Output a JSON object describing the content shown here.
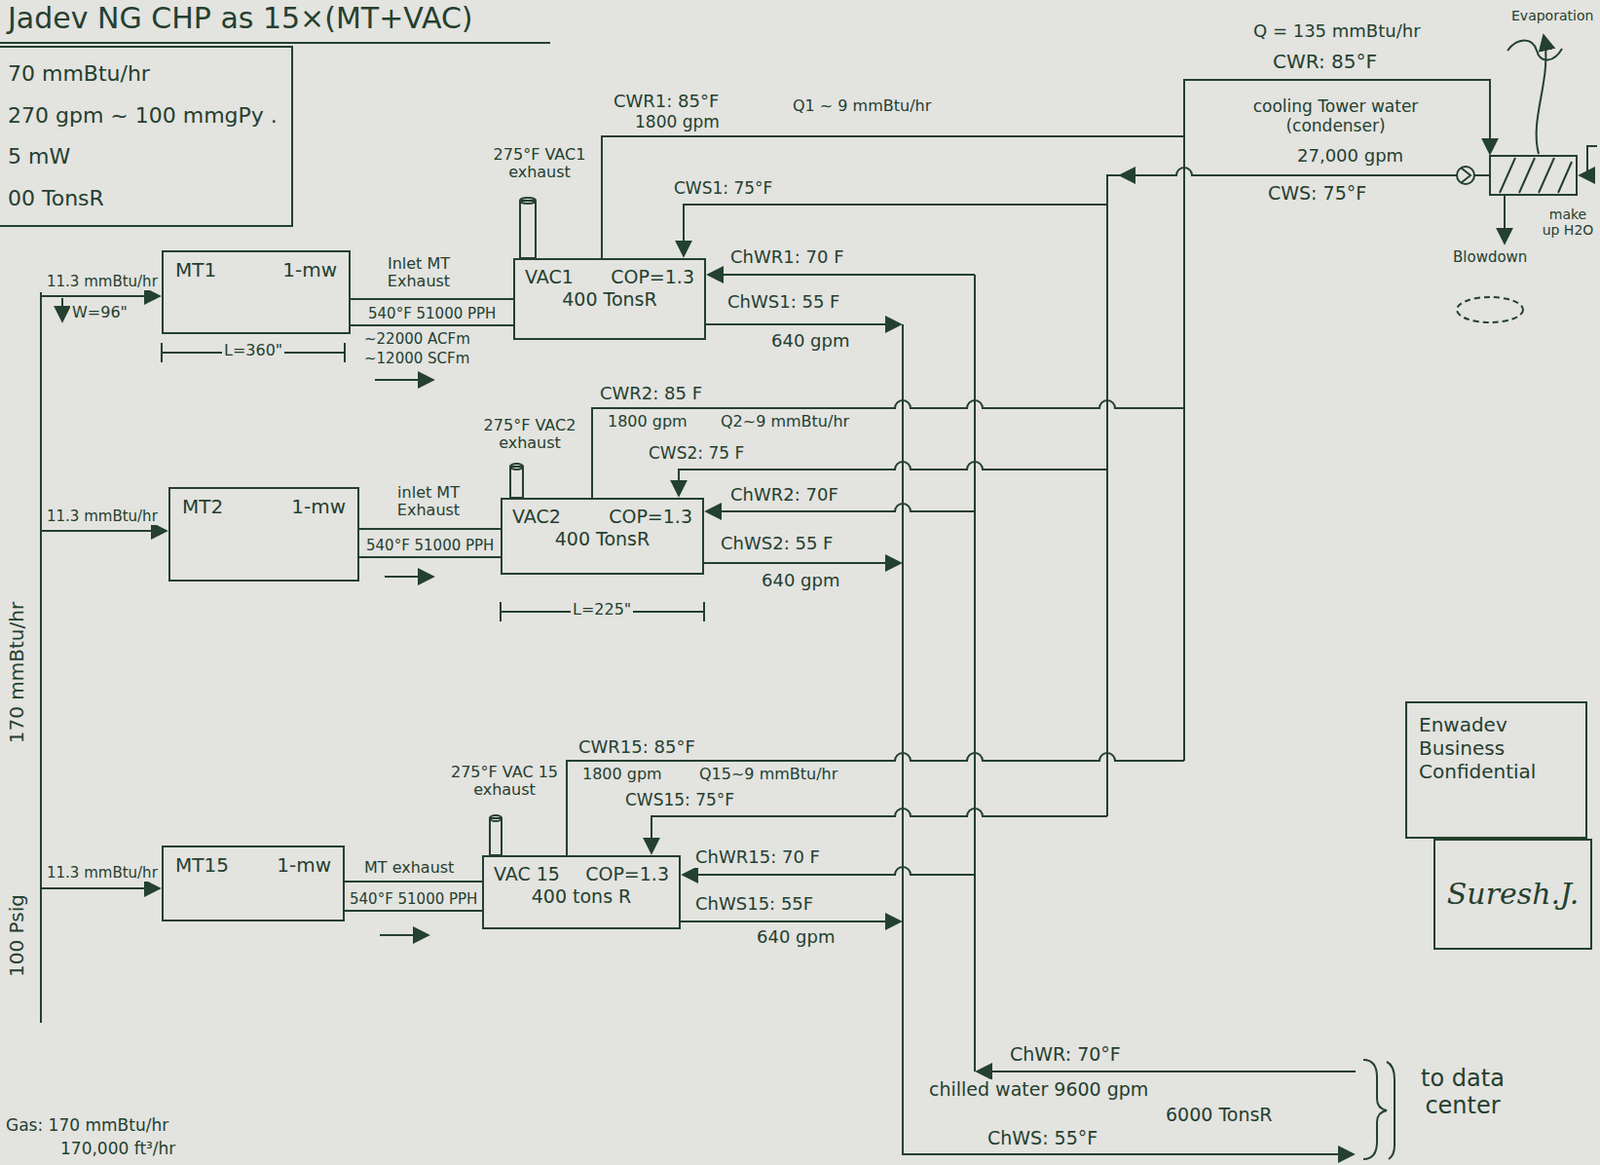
{
  "diagram": {
    "title": "Jadev NG CHP as 15×(MT+VAC)",
    "nodes": [
      {
        "text": [
          "70 mmBtu/hr",
          "270 gpm ~ 100 mmgPy .",
          "5 mW",
          "00 TonsR"
        ]
      },
      {
        "text": [
          "MT1",
          "1-mw"
        ]
      },
      {
        "text": [
          "VAC1",
          "COP=1.3",
          "400 TonsR"
        ]
      },
      {
        "text": [
          "MT2",
          "1-mw"
        ]
      },
      {
        "text": [
          "VAC2",
          "COP=1.3",
          "400 TonsR"
        ]
      },
      {
        "text": [
          "Enwadev Business Confidential"
        ]
      },
      {
        "text": [
          "Suresh.J."
        ]
      },
      {
        "text": [
          "MT15",
          "1-mw"
        ]
      },
      {
        "text": [
          "VAC 15",
          "COP=1.3",
          "400 tons R"
        ]
      }
    ],
    "edges": [
      {
        "from": 1,
        "to": 2,
        "label": "540°F 51000 PPH",
        "arrow": "none"
      },
      {
        "from": 3,
        "to": 4,
        "label": "540°F 51000 PPH",
        "arrow": "none"
      },
      {
        "from": 7,
        "to": 8,
        "label": "540°F 51000 PPH",
        "arrow": "none"
      }
    ],
    "labels": [
      "100 Psig",
      "170 mmBtu/hr",
      "Gas: 170 mmBtu/hr",
      "170,000 ft³/hr",
      "11.3 mmBtu/hr",
      "W=96\"",
      "L=360\"",
      "275°F VAC1 exhaust",
      "Inlet MT Exhaust",
      "~22000 ACFm",
      "~12000 SCFm",
      "CWR1: 85°F",
      "1800 gpm",
      "Q1 ~ 9 mmBtu/hr",
      "CWS1: 75°F",
      "ChWR1: 70 F",
      "ChWS1: 55 F",
      "640 gpm",
      "Q = 135 mmBtu/hr",
      "CWR: 85°F",
      "cooling Tower water (condenser)",
      "27,000 gpm",
      "CWS: 75°F",
      "Evaporation",
      "make up H2O",
      "Blowdown",
      "11.3 mmBtu/hr",
      "275°F VAC2 exhaust",
      "inlet MT Exhaust",
      "CWR2: 85 F",
      "1800 gpm",
      "Q2~9 mmBtu/hr",
      "CWS2: 75 F",
      "ChWR2: 70F",
      "ChWS2: 55 F",
      "640 gpm",
      "L=225\"",
      "11.3 mmBtu/hr",
      "275°F VAC 15 exhaust",
      "MT exhaust",
      "CWR15: 85°F",
      "1800 gpm",
      "Q15~9 mmBtu/hr",
      "CWS15: 75°F",
      "ChWR15: 70 F",
      "ChWS15: 55F",
      "640 gpm",
      "ChWR: 70°F",
      "chilled water 9600 gpm",
      "6000 TonsR",
      "ChWS: 55°F",
      "to data center"
    ]
  }
}
